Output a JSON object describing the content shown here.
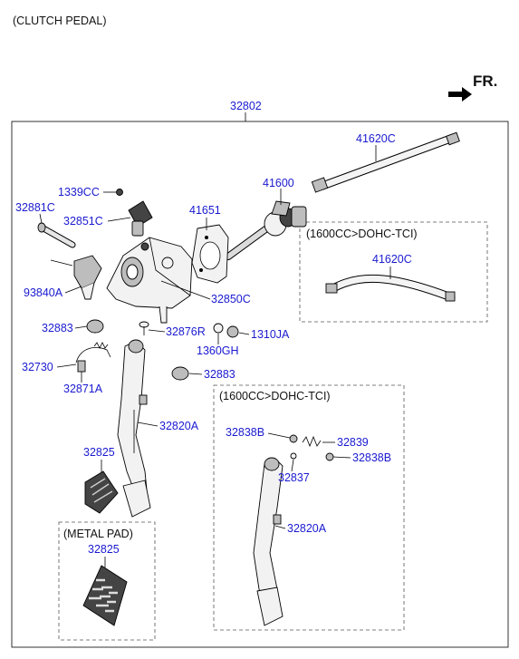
{
  "page_title": "(CLUTCH PEDAL)",
  "direction_label": "FR.",
  "assembly_number": "32802",
  "variant_box_label_1": "(1600CC>DOHC-TCI)",
  "variant_box_label_2": "(1600CC>DOHC-TCI)",
  "metal_pad_label": "(METAL PAD)",
  "parts": {
    "p41620C_top": "41620C",
    "p41600": "41600",
    "p1339CC": "1339CC",
    "p32881C": "32881C",
    "p32851C": "32851C",
    "p41651": "41651",
    "p93840A": "93840A",
    "p32850C": "32850C",
    "p32883_a": "32883",
    "p32876R": "32876R",
    "p1310JA": "1310JA",
    "p1360GH": "1360GH",
    "p32730": "32730",
    "p32883_b": "32883",
    "p32871A": "32871A",
    "p32820A_a": "32820A",
    "p32825_a": "32825",
    "p41620C_box": "41620C",
    "p32838B_a": "32838B",
    "p32839": "32839",
    "p32838B_b": "32838B",
    "p32837": "32837",
    "p32820A_b": "32820A",
    "p32825_b": "32825"
  }
}
